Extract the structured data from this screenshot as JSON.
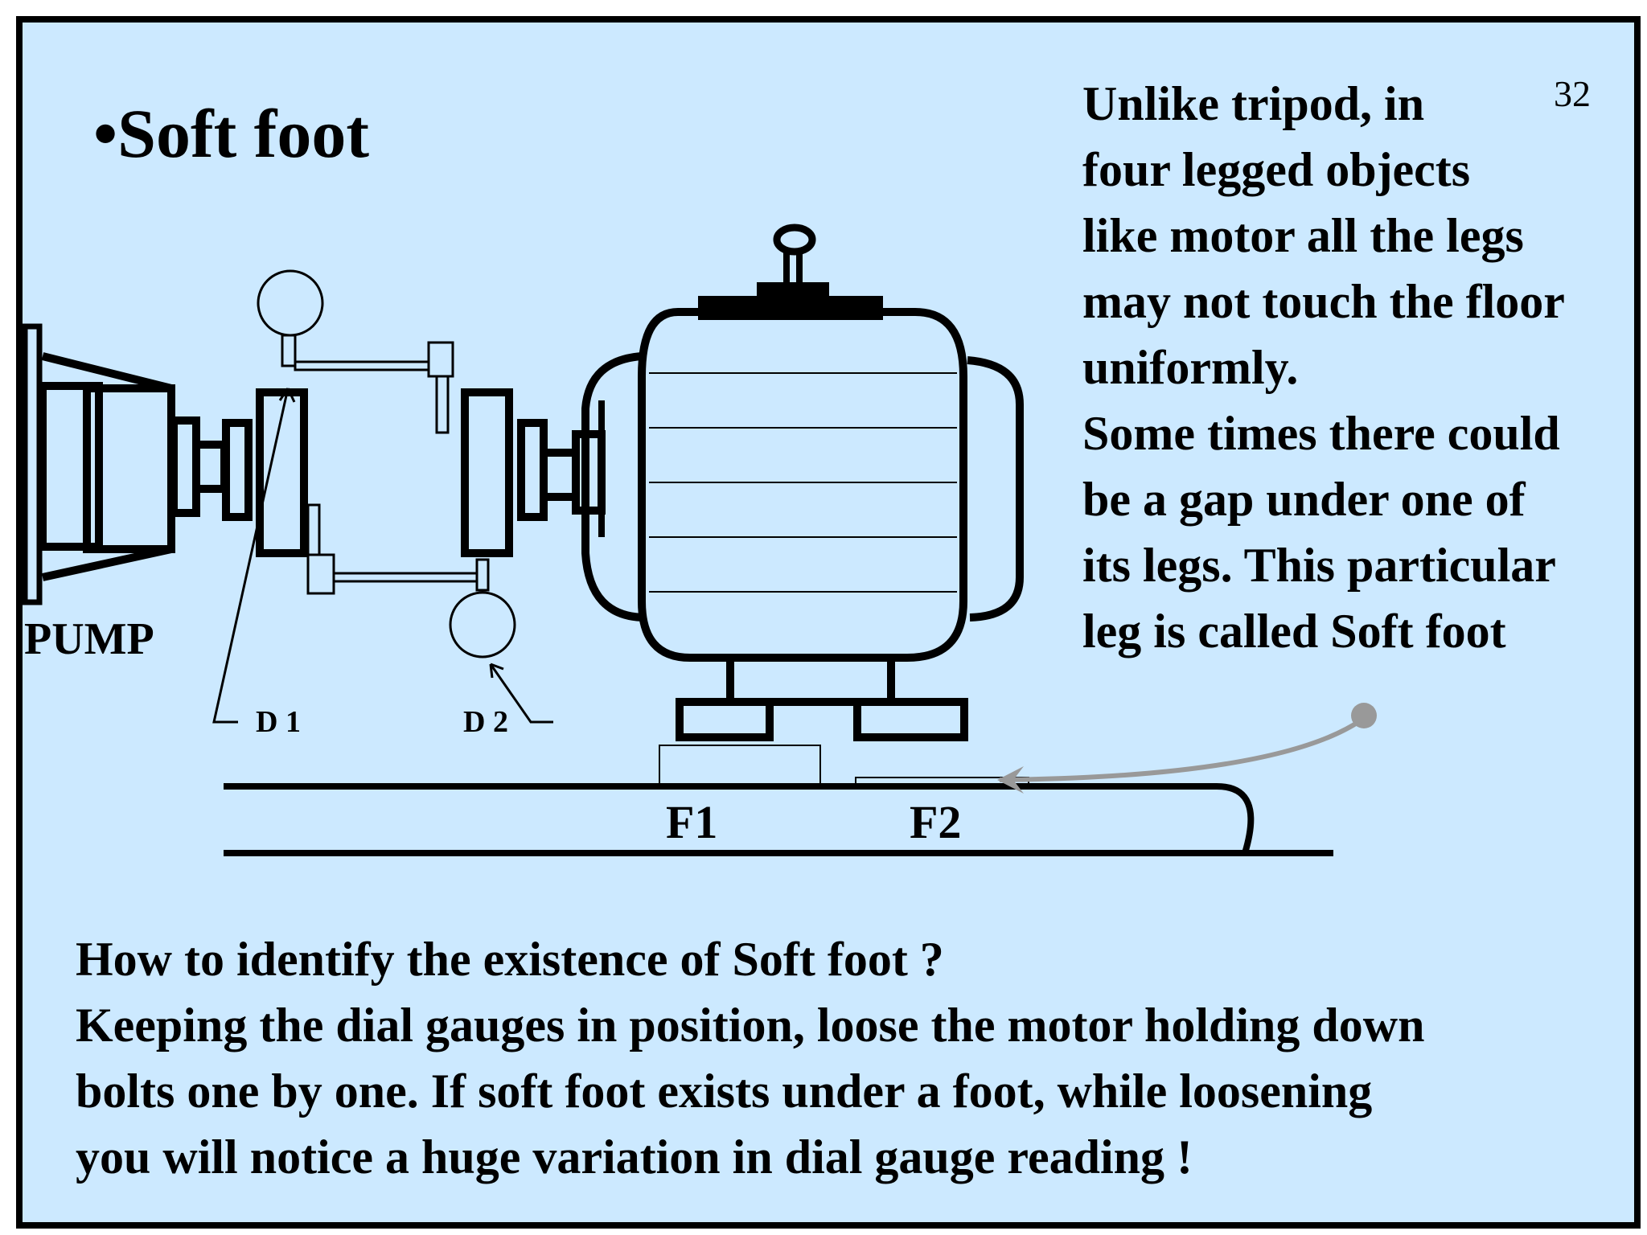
{
  "slide": {
    "title": "•Soft foot",
    "page_number": "32",
    "description_lines": [
      "Unlike tripod, in",
      "four legged objects",
      "like motor all the legs",
      "may not touch the floor",
      "uniformly.",
      "Some times there could",
      "be a gap under one of",
      "its legs. This particular",
      "leg is called Soft foot"
    ],
    "question": "How to identify the existence of Soft foot ?",
    "answer_lines": [
      "Keeping the dial gauges in position, loose the motor holding down",
      "bolts one by one. If soft foot exists under a foot, while loosening",
      "you will notice a huge variation in dial gauge reading !"
    ]
  },
  "diagram": {
    "pump_label": "PUMP",
    "dial_1_label": "D 1",
    "dial_2_label": "D 2",
    "foot_1_label": "F1",
    "foot_2_label": "F2",
    "colors": {
      "background": "#cce9ff",
      "line": "#000000",
      "pointer_arrow": "#999999"
    }
  }
}
